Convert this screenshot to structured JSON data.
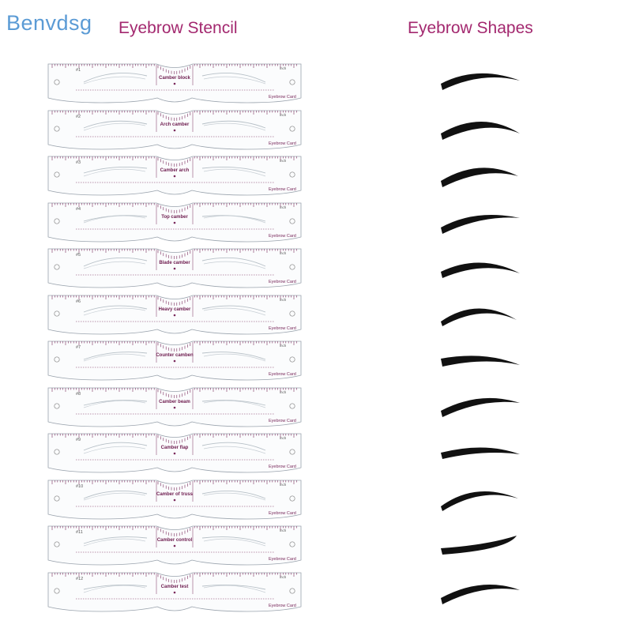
{
  "brand": "Benvdsg",
  "titles": {
    "stencil": "Eyebrow Stencil",
    "shapes": "Eyebrow Shapes"
  },
  "colors": {
    "brand": "#5b9bd5",
    "heading": "#a3286f",
    "card_print": "#7a2a5c",
    "brow_shape": "#111111"
  },
  "stencil_cards": [
    {
      "number": "#1",
      "shape": "Camber block",
      "unit": "inch",
      "card_label": "Eyebrow Card"
    },
    {
      "number": "#2",
      "shape": "Arch camber",
      "unit": "inch",
      "card_label": "Eyebrow Card"
    },
    {
      "number": "#3",
      "shape": "Camber arch",
      "unit": "inch",
      "card_label": "Eyebrow Card"
    },
    {
      "number": "#4",
      "shape": "Top camber",
      "unit": "inch",
      "card_label": "Eyebrow Card"
    },
    {
      "number": "#5",
      "shape": "Blade camber",
      "unit": "inch",
      "card_label": "Eyebrow Card"
    },
    {
      "number": "#6",
      "shape": "Heavy camber",
      "unit": "inch",
      "card_label": "Eyebrow Card"
    },
    {
      "number": "#7",
      "shape": "Counter camben",
      "unit": "inch",
      "card_label": "Eyebrow Card"
    },
    {
      "number": "#8",
      "shape": "Camber beam",
      "unit": "inch",
      "card_label": "Eyebrow Card"
    },
    {
      "number": "#9",
      "shape": "Camber flap",
      "unit": "inch",
      "card_label": "Eyebrow Card"
    },
    {
      "number": "#10",
      "shape": "Camber of truss",
      "unit": "inch",
      "card_label": "Eyebrow Card"
    },
    {
      "number": "#11",
      "shape": "Camber control",
      "unit": "inch",
      "card_label": "Eyebrow Card"
    },
    {
      "number": "#12",
      "shape": "Camber test",
      "unit": "inch",
      "card_label": "Eyebrow Card"
    }
  ],
  "eyebrow_shapes_count": 12
}
